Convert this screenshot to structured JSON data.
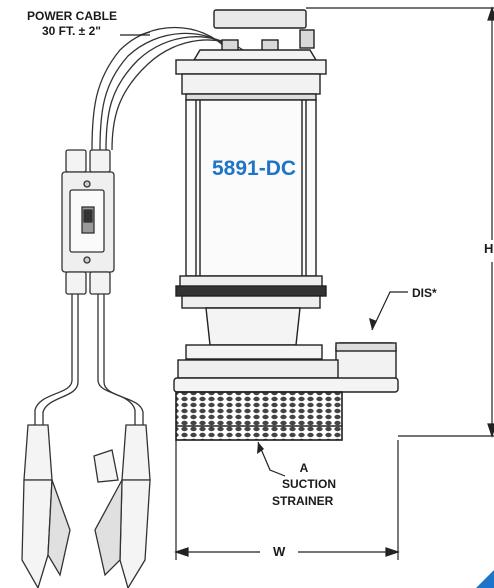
{
  "labels": {
    "power_cable": "POWER CABLE",
    "cable_length": "30 FT. ± 2\"",
    "model": "5891-DC",
    "height": "H",
    "discharge": "DIS*",
    "suction_a": "A",
    "suction": "SUCTION",
    "strainer": "STRAINER",
    "width": "W"
  },
  "icons": {
    "pump": "pump-drawing",
    "switch": "float-switch-icon",
    "clips": "alligator-clip-icon"
  },
  "colors": {
    "accent": "#1e74c6",
    "line": "#222222"
  }
}
